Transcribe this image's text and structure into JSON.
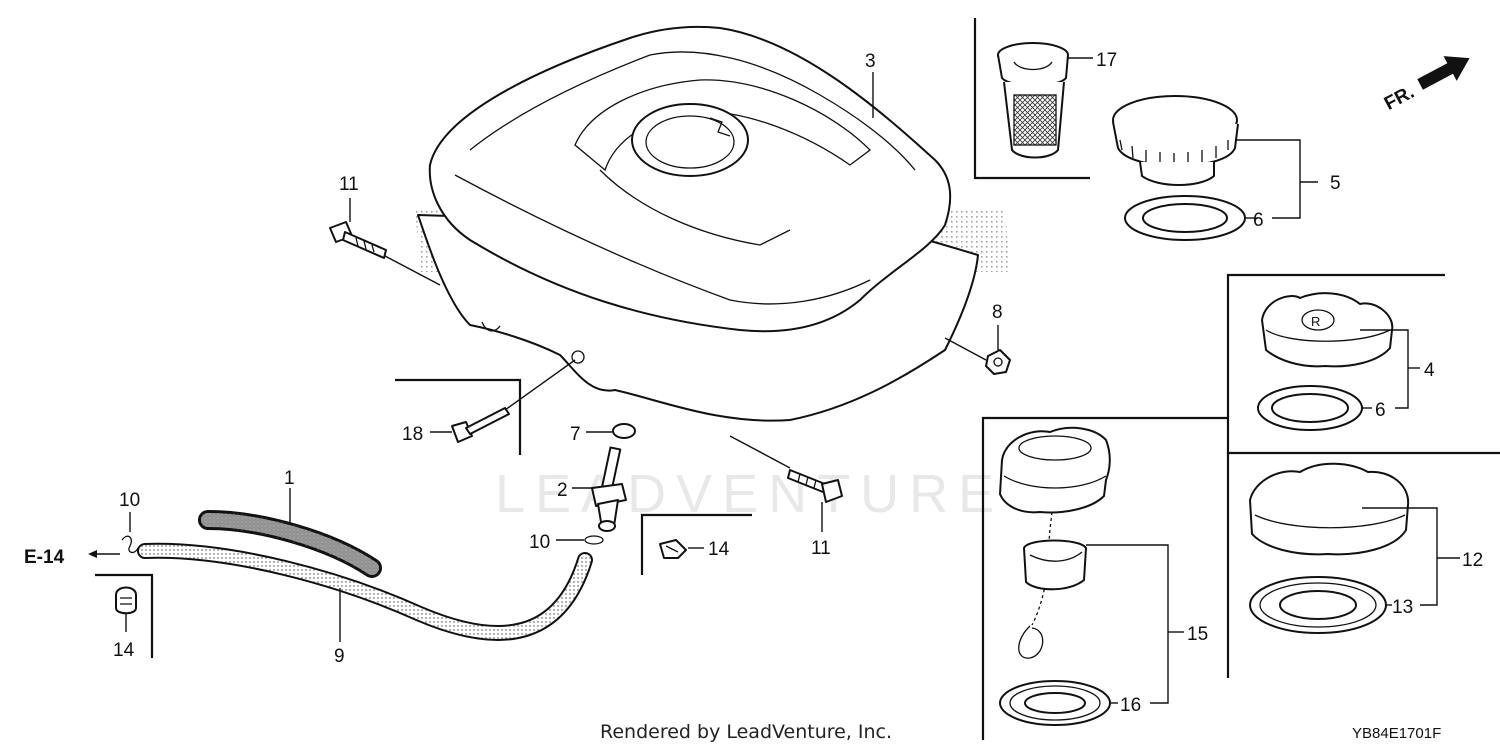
{
  "callouts": {
    "c1": "1",
    "c2": "2",
    "c3": "3",
    "c4": "4",
    "c5": "5",
    "c6a": "6",
    "c6b": "6",
    "c7": "7",
    "c8": "8",
    "c9": "9",
    "c10a": "10",
    "c10b": "10",
    "c11a": "11",
    "c11b": "11",
    "c12": "12",
    "c13": "13",
    "c14a": "14",
    "c14b": "14",
    "c15": "15",
    "c16": "16",
    "c17": "17",
    "c18": "18"
  },
  "ref_e14": "E-14",
  "front_marker": "FR.",
  "watermark": "LEADVENTURE",
  "footer_credit": "Rendered by LeadVenture, Inc.",
  "diagram_code": "YB84E1701F",
  "colors": {
    "ink": "#111111",
    "dots": "#bdbdbd",
    "watermark": "#e8e8e8"
  }
}
